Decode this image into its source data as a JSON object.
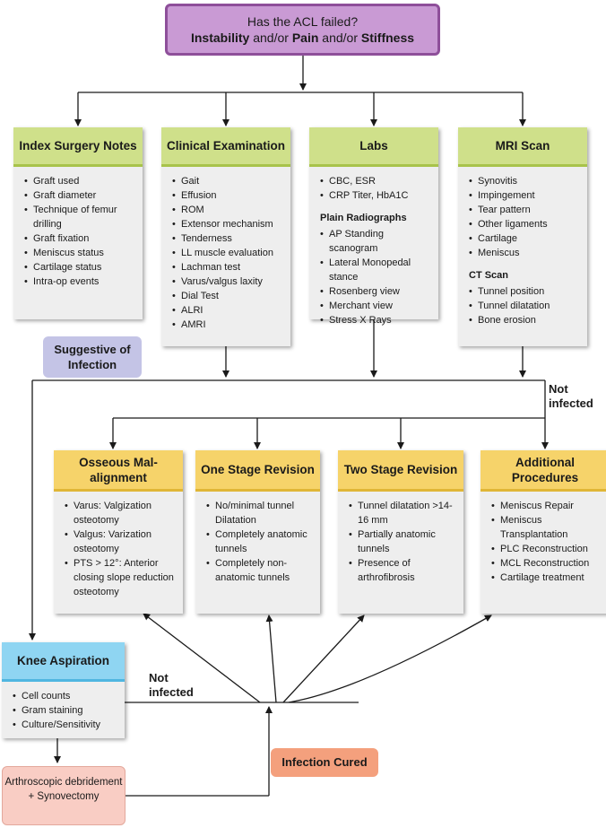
{
  "top": {
    "line1": "Has the ACL failed?",
    "w1": "Instability",
    "and1": " and/or ",
    "w2": "Pain",
    "and2": " and/or ",
    "w3": "Stiffness"
  },
  "row1": [
    {
      "title": "Index Surgery Notes",
      "items": [
        "Graft used",
        "Graft diameter",
        "Technique of femur drilling",
        "Graft fixation",
        "Meniscus status",
        "Cartilage status",
        "Intra-op events"
      ]
    },
    {
      "title": "Clinical Examination",
      "items": [
        "Gait",
        "Effusion",
        "ROM",
        "Extensor mechanism",
        "Tenderness",
        "LL muscle evaluation",
        "Lachman test",
        "Varus/valgus laxity",
        "Dial Test",
        "ALRI",
        "AMRI"
      ]
    },
    {
      "title": "Labs",
      "items": [
        "CBC, ESR",
        "CRP Titer, HbA1C"
      ],
      "sub_title": "Plain Radiographs",
      "sub_items": [
        "AP Standing scanogram",
        "Lateral Monopedal stance",
        "Rosenberg view",
        "Merchant view",
        "Stress X Rays"
      ]
    },
    {
      "title": "MRI Scan",
      "items": [
        "Synovitis",
        "Impingement",
        "Tear pattern",
        "Other ligaments",
        "Cartilage",
        "Meniscus"
      ],
      "sub_title": "CT Scan",
      "sub_items": [
        "Tunnel position",
        "Tunnel dilatation",
        "Bone erosion"
      ]
    }
  ],
  "row2": [
    {
      "title": "Osseous Mal-alignment",
      "items": [
        "Varus: Valgization osteotomy",
        "Valgus: Varization osteotomy",
        "PTS > 12°: Anterior closing slope reduction osteotomy"
      ]
    },
    {
      "title": "One Stage Revision",
      "items": [
        "No/minimal tunnel Dilatation",
        "Completely anatomic tunnels",
        "Completely non-anatomic tunnels"
      ]
    },
    {
      "title": "Two Stage Revision",
      "items": [
        "Tunnel dilatation >14-16 mm",
        "Partially anatomic tunnels",
        "Presence of arthrofibrosis"
      ]
    },
    {
      "title": "Additional Procedures",
      "items": [
        "Meniscus Repair",
        "Meniscus Transplantation",
        "PLC Reconstruction",
        "MCL Reconstruction",
        "Cartilage treatment"
      ]
    }
  ],
  "aspiration": {
    "title": "Knee Aspiration",
    "items": [
      "Cell counts",
      "Gram staining",
      "Culture/Sensitivity"
    ]
  },
  "labels": {
    "suggestive": "Suggestive of Infection",
    "not_infected_1": "Not infected",
    "not_infected_2": "Not infected",
    "infection_cured": "Infection Cured",
    "arthroscopic": "Arthroscopic debridement + Synovectomy"
  }
}
